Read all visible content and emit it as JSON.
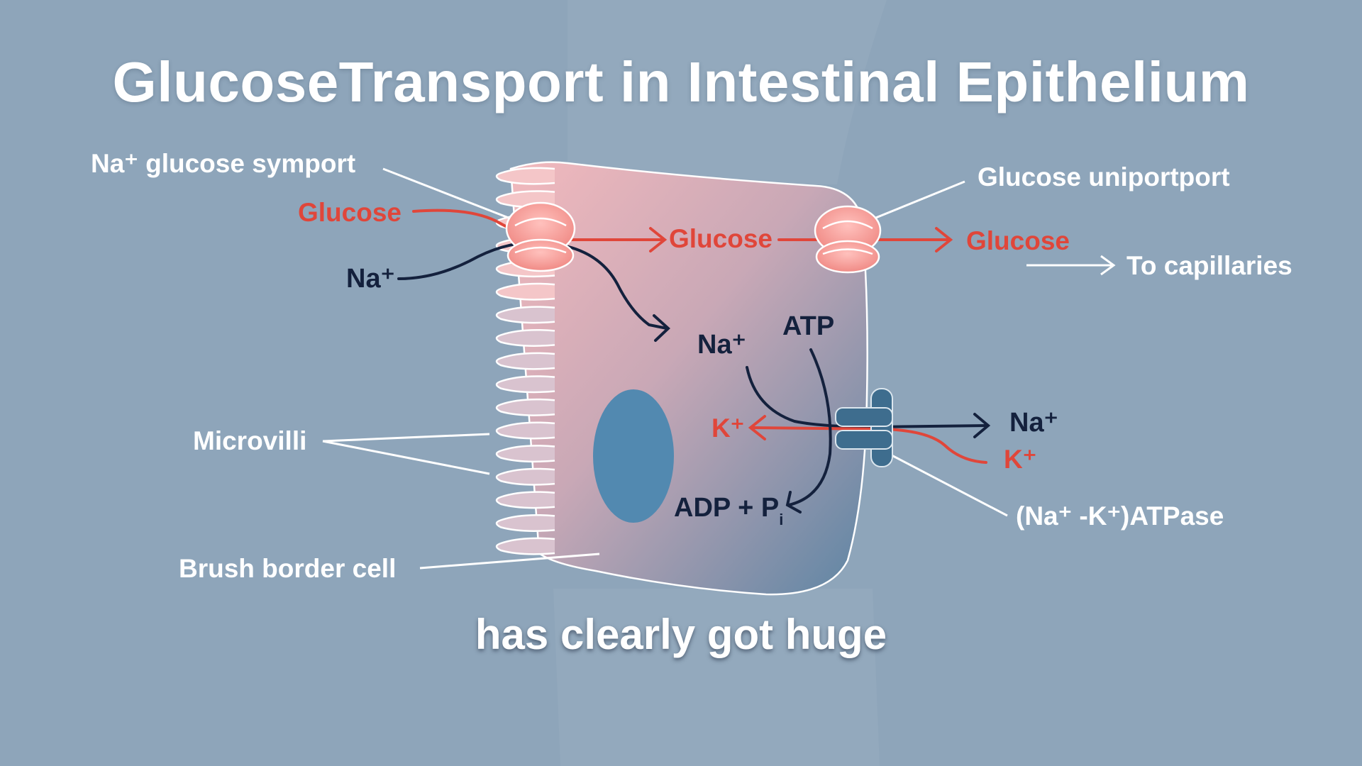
{
  "title": "GlucoseTransport in Intestinal Epithelium",
  "caption": "has clearly got huge",
  "labels": {
    "symport": "Na⁺ glucose symport",
    "glucose_in": "Glucose",
    "na_in": "Na⁺",
    "glucose_mid": "Glucose",
    "glucose_out": "Glucose",
    "uniport": "Glucose uniportport",
    "to_capillaries": "To capillaries",
    "na_cyto": "Na⁺",
    "atp": "ATP",
    "k_cyto": "K⁺",
    "na_out": "Na⁺",
    "k_out": "K⁺",
    "adp": "ADP + P",
    "adp_sub": "i",
    "atpase": "(Na⁺ -K⁺)ATPase",
    "microvilli": "Microvilli",
    "brush_border": "Brush border cell"
  },
  "colors": {
    "background": "#8ea5ba",
    "glucose_red": "#e0463a",
    "sodium_navy": "#14213d",
    "nucleus_blue": "#5289b0",
    "pump_blue": "#3e6d8e",
    "label_white": "#ffffff"
  }
}
